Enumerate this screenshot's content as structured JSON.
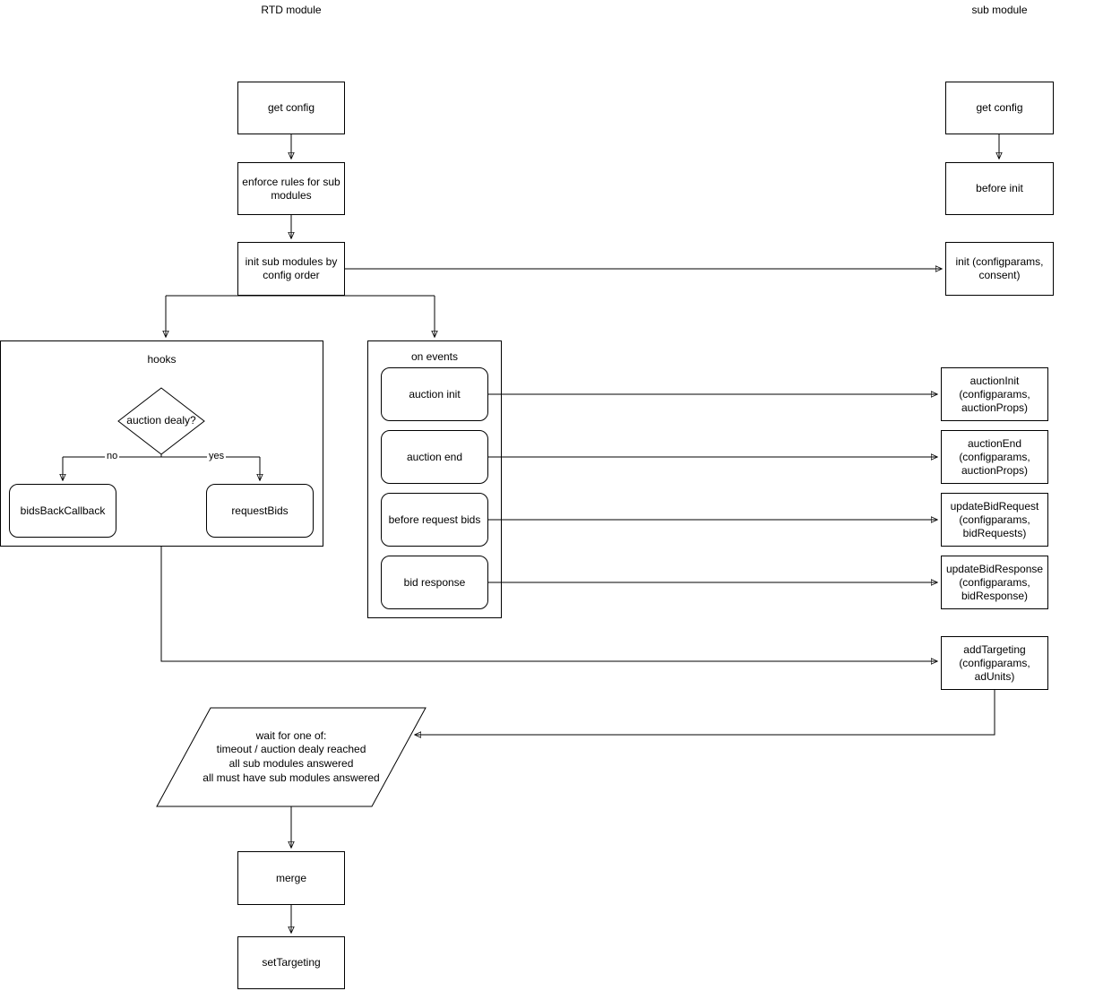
{
  "header": {
    "rtd_module_label": "RTD module",
    "sub_module_label": "sub module"
  },
  "rtd": {
    "get_config": "get config",
    "enforce_rules": "enforce rules for sub\nmodules",
    "init_sub_modules": "init sub modules by\nconfig order",
    "hooks": {
      "label": "hooks",
      "decision": "auction dealy?",
      "no_label": "no",
      "yes_label": "yes",
      "bids_back_callback": "bidsBackCallback",
      "request_bids": "requestBids"
    },
    "on_events": {
      "label": "on events",
      "auction_init": "auction init",
      "auction_end": "auction end",
      "before_request_bids": "before request bids",
      "bid_response": "bid response"
    },
    "wait": "wait for one of:\ntimeout / auction dealy reached\nall sub modules answered\nall must have sub modules answered",
    "merge": "merge",
    "set_targeting": "setTargeting"
  },
  "sub": {
    "get_config": "get config",
    "before_init": "before init",
    "init": "init (configparams,\nconsent)",
    "auction_init": "auctionInit\n(configparams,\nauctionProps)",
    "auction_end": "auctionEnd\n(configparams,\nauctionProps)",
    "update_bid_request": "updateBidRequest\n(configparams,\nbidRequests)",
    "update_bid_response": "updateBidResponse\n(configparams,\nbidResponse)",
    "add_targeting": "addTargeting\n(configparams,\nadUnits)"
  }
}
